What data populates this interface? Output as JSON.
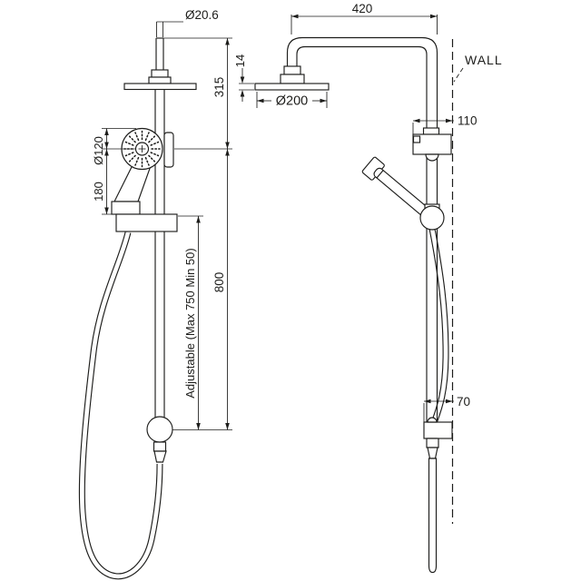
{
  "drawing": {
    "title": "shower-column-technical-drawing",
    "front_view": {
      "dim_pipe_diameter": "Ø20.6",
      "dim_top_to_handshower": "315",
      "dim_handshower_diameter": "Ø120",
      "dim_handshower_to_bracket": "180",
      "dim_rail_length": "800",
      "dim_adjustable": "Adjustable (Max 750 Min 50)"
    },
    "side_view": {
      "dim_arm_reach": "420",
      "dim_head_thickness": "14",
      "dim_head_diameter": "Ø200",
      "wall_label": "WALL",
      "dim_upper_bracket_to_wall": "110",
      "dim_lower_bracket_to_wall": "70"
    },
    "colors": {
      "line": "#1d1d1b",
      "background": "#ffffff"
    }
  }
}
